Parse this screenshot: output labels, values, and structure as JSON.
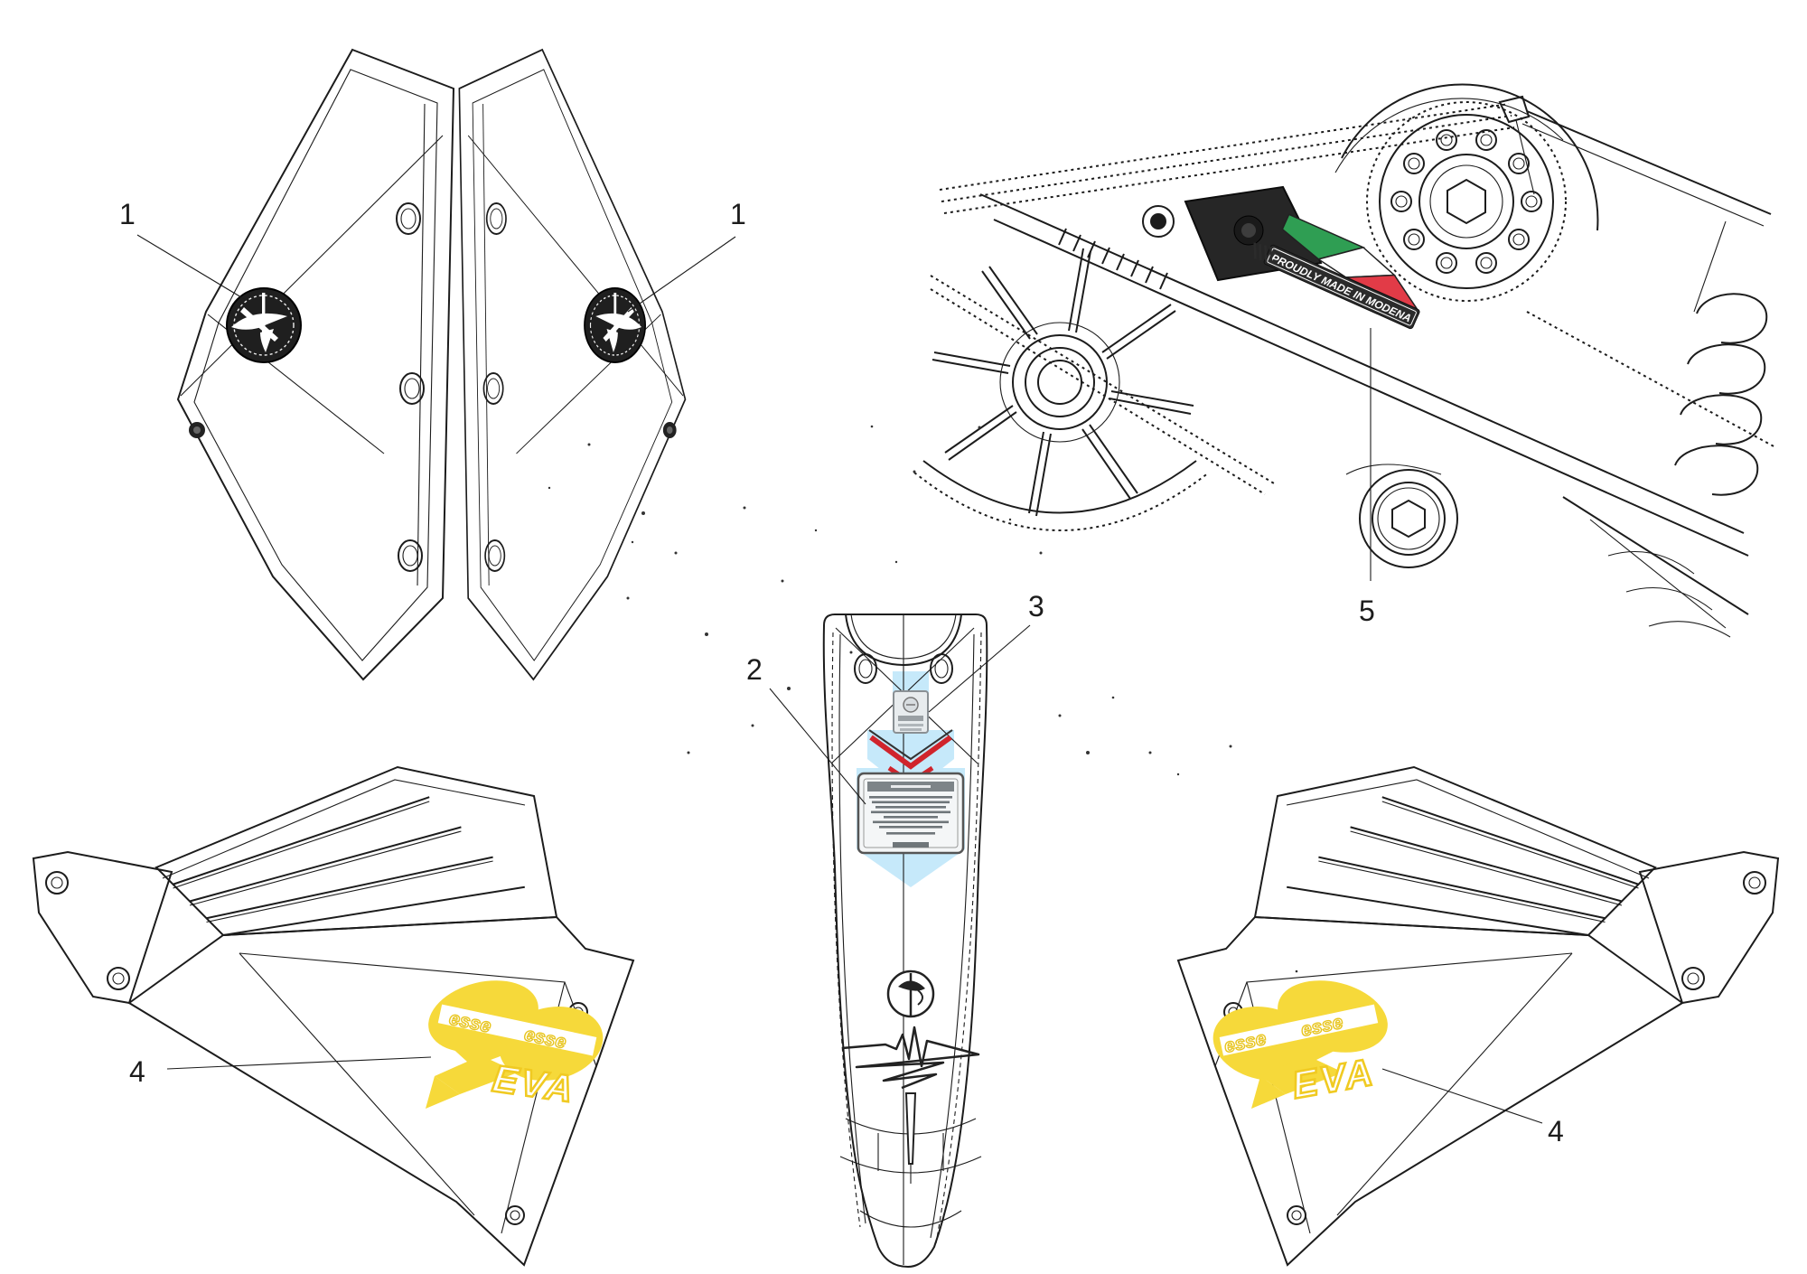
{
  "diagram": {
    "callouts": {
      "n1": "1",
      "n2": "2",
      "n3": "3",
      "n4": "4",
      "n5": "5"
    },
    "modena_sticker": {
      "text": "PROUDLY MADE IN MODENA"
    },
    "side_graphic": {
      "word1": "esse",
      "word2": "esse",
      "word3": "EVA"
    },
    "colors": {
      "line_art": "#1c1c1c",
      "flag_green": "#2f9e53",
      "flag_white": "#ffffff",
      "flag_red": "#e23b47",
      "decal_backing_blue": "#c6e9fa",
      "chevron_red": "#d0242c",
      "graphic_yellow": "#f6d93a",
      "guard_dark": "#262626",
      "emblem_dark": "#1f1f1f"
    }
  }
}
